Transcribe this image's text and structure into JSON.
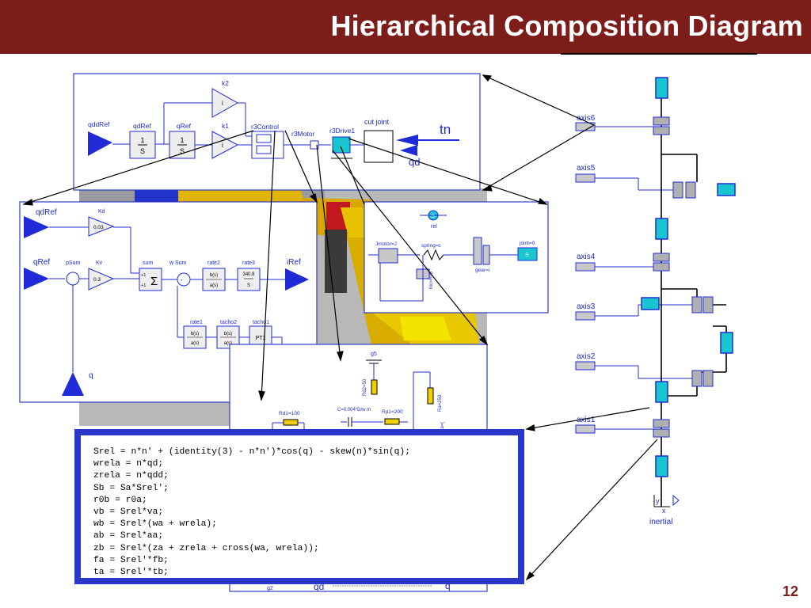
{
  "slide": {
    "title": "Hierarchical Composition Diagram",
    "page_number": "12"
  },
  "robot_diagram": {
    "axes": [
      "axis6",
      "axis5",
      "axis4",
      "axis3",
      "axis2",
      "axis1"
    ],
    "inertial_label": "inertial",
    "axis_x": "x",
    "axis_y": "y"
  },
  "axis_panel": {
    "k2": "k2",
    "k1": "k1",
    "qddRef": "qddRef",
    "qdRef": "qdRef",
    "qRef": "qRef",
    "int_num": "1",
    "int_den": "S",
    "gain_i": "i",
    "r3Control": "r3Control",
    "r3Motor": "r3Motor",
    "r3Drive1": "r3Drive1",
    "cut_joint": "cut joint",
    "tn": "tn",
    "qd": "qd"
  },
  "controller_panel": {
    "qdRef": "qdRef",
    "Kd": "Kd",
    "kd_val": "0.03",
    "qRef": "qRef",
    "pSum": "pSum",
    "Kv": "Kv",
    "kv_val": "0.3",
    "sum": "sum",
    "wSum": "w Sum",
    "rate2": "rate2",
    "rate3": "rate3",
    "rate3_num": "340.8",
    "rate3_den": "S",
    "iRef": "iRef",
    "rate1": "rate1",
    "tacho2": "tacho2",
    "tacho1": "tacho1",
    "tf_num": "b(s)",
    "tf_den": "a(s)",
    "pt1": "PT1",
    "plus1": "+1",
    "plus2": "+1",
    "sigma": "Σ",
    "minus": "-",
    "q": "q",
    "qd": "qd"
  },
  "gear_panel": {
    "s_top": "S",
    "rel": "rel",
    "jmotor": "Jmotor=J",
    "spring": "spring=c",
    "joint0": "joint=0",
    "gear": "gear=i",
    "fric": "fric=Rv0",
    "s_joint": "S"
  },
  "circuit_panel": {
    "g5": "g5",
    "rd2": "Rd2=50",
    "ra": "Ra=250",
    "la": "La=(",
    "rd1": "Rd1=100",
    "cap": "C=0.004*D/w m",
    "rp1": "Rp1=200",
    "g2": "g2",
    "qd": "qd",
    "q": "q"
  },
  "equations": [
    "Srel = n*n' + (identity(3) - n*n')*cos(q) - skew(n)*sin(q);",
    "wrela = n*qd;",
    "zrela = n*qdd;",
    "Sb = Sa*Srel';",
    "r0b = r0a;",
    "vb = Srel*va;",
    "wb = Srel*(wa + wrela);",
    "ab = Srel*aa;",
    "zb = Srel*(za + zrela + cross(wa, wrela));",
    "fa = Srel'*fb;",
    "ta = Srel'*tb;"
  ],
  "colors": {
    "title_bar": "#7c1d1a",
    "diagram_blue": "#1f2bd6",
    "cyan": "#17c6cf",
    "code_border": "#2a37c9"
  }
}
